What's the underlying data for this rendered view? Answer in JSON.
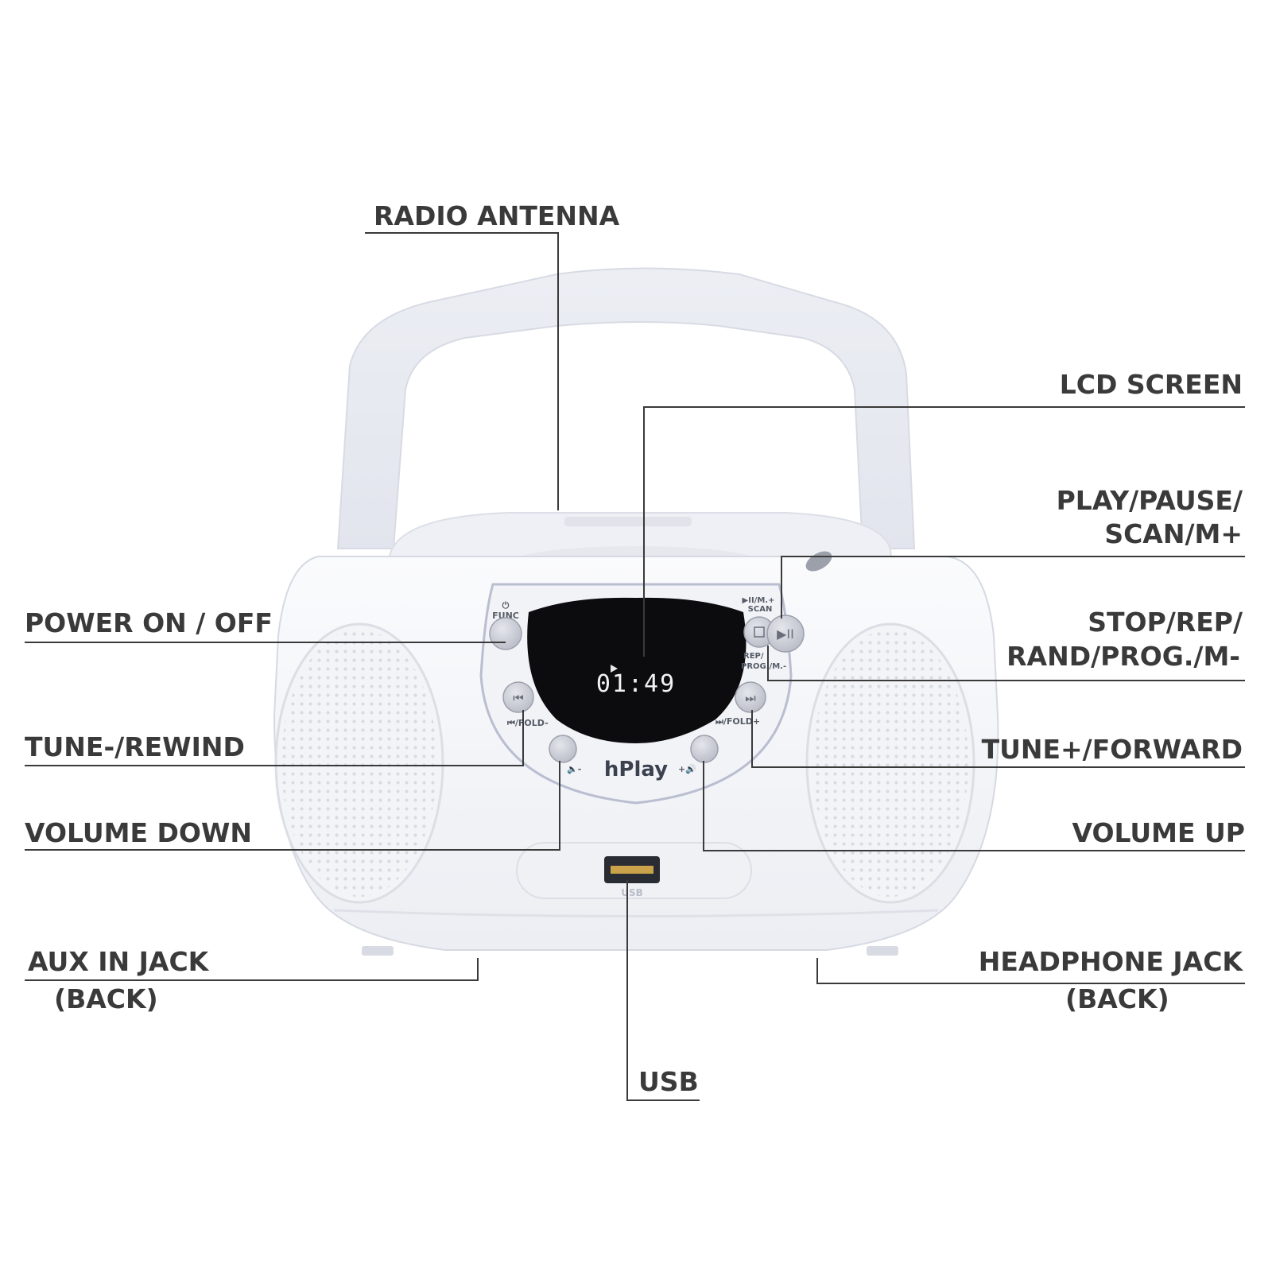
{
  "callouts": {
    "radio_antenna": "RADIO ANTENNA",
    "lcd_screen": "LCD SCREEN",
    "play_pause_line1": "PLAY/PAUSE/",
    "play_pause_line2": "SCAN/M+",
    "stop_rep_line1": "STOP/REP/",
    "stop_rep_line2": "RAND/PROG./M-",
    "power": "POWER ON / OFF",
    "tune_minus": "TUNE-/REWIND",
    "tune_plus": "TUNE+/FORWARD",
    "volume_down": "VOLUME DOWN",
    "volume_up": "VOLUME UP",
    "aux_line1": "AUX IN JACK",
    "aux_line2": "(BACK)",
    "headphone_line1": "HEADPHONE JACK",
    "headphone_line2": "(BACK)",
    "usb": "USB"
  },
  "device": {
    "brand": "hPlay",
    "display_time": "01:49",
    "func_label": "FUNC",
    "play_label_line1": "▶II/M.+",
    "play_label_line2": "SCAN",
    "rep_label_line1": "REP/",
    "rep_label_line2": "PROG./M.-",
    "prev_label": "⏮/FOLD-",
    "next_label": "⏭/FOLD+",
    "vol_down_label": "🔈-",
    "vol_up_label": "+🔊",
    "usb_port_label": "USB"
  },
  "colors": {
    "label_text": "#3a3a3a",
    "body_white": "#f4f5f8",
    "lcd_black": "#0c0c0e"
  }
}
